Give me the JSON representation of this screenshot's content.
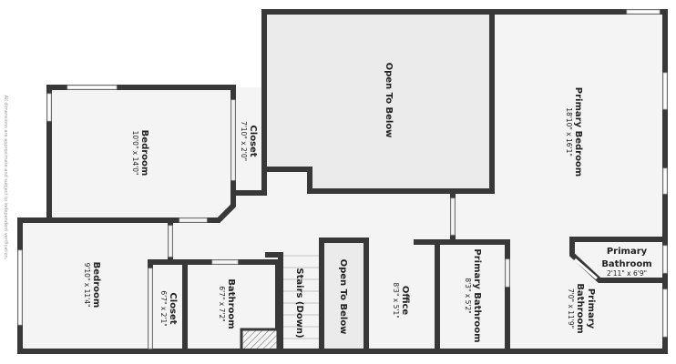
{
  "disclaimer": "All dimensions are approximate and subject to independent verification.",
  "rooms": {
    "open_upper": {
      "name": "Open To Below"
    },
    "primary_bedroom": {
      "name": "Primary Bedroom",
      "dim": "18'10\" x 16'1\""
    },
    "bedroom_upper": {
      "name": "Bedroom",
      "dim": "10'0\" x 14'0\""
    },
    "closet_upper": {
      "name": "Closet",
      "dim": "7'10\" x 2'0\""
    },
    "bedroom_lower": {
      "name": "Bedroom",
      "dim": "9'10\" x 11'4\""
    },
    "closet_lower": {
      "name": "Closet",
      "dim": "6'7\" x 2'1\""
    },
    "bathroom": {
      "name": "Bathroom",
      "dim": "6'7\" x 7'2\""
    },
    "stairs": {
      "name": "Stairs (Down)"
    },
    "open_lower": {
      "name": "Open To Below"
    },
    "office": {
      "name": "Office",
      "dim": "8'3\" x 5'1\""
    },
    "primary_bath_a": {
      "name": "Primary Bathroom",
      "dim": "8'3\" x 5'2\""
    },
    "primary_bath_b": {
      "name1": "Primary",
      "name2": "Bathroom",
      "dim": "7'0\" x 11'9\""
    },
    "primary_bath_c": {
      "name1": "Primary",
      "name2": "Bathroom",
      "dim": "2'11\" x 6'9\""
    }
  }
}
